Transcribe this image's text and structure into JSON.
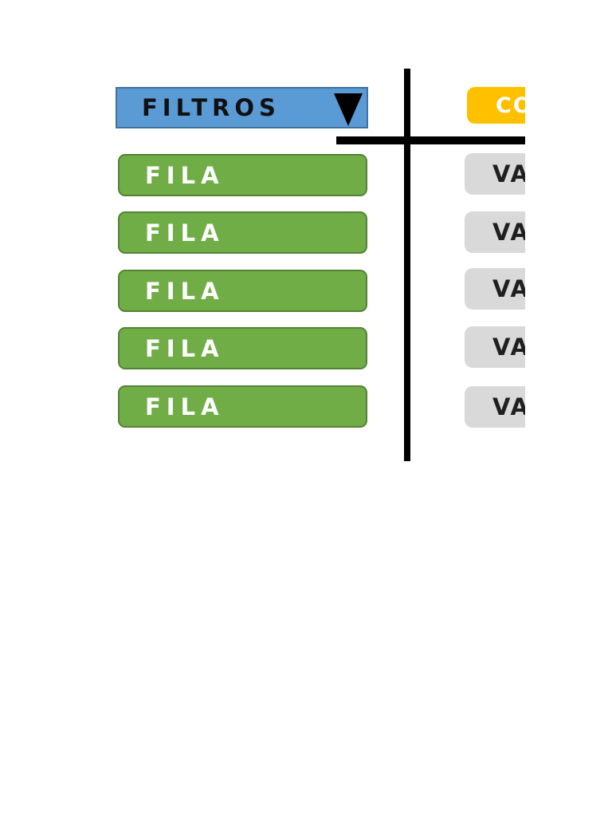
{
  "diagram": {
    "filters": {
      "label": "FILTROS",
      "icon": "dropdown-triangle-icon"
    },
    "columns": {
      "label": "CO"
    },
    "rows": [
      {
        "label": "FILA"
      },
      {
        "label": "FILA"
      },
      {
        "label": "FILA"
      },
      {
        "label": "FILA"
      },
      {
        "label": "FILA"
      }
    ],
    "values": [
      {
        "label": "VA"
      },
      {
        "label": "VA"
      },
      {
        "label": "VA"
      },
      {
        "label": "VA"
      },
      {
        "label": "VA"
      }
    ]
  },
  "colors": {
    "background": "#FFFFFF",
    "divider_line": "#000000",
    "filters_fill": "#5B9BD5",
    "filters_border": "#41719C",
    "filters_text": "#111111",
    "rows_fill": "#70AD47",
    "rows_border": "#548235",
    "rows_text": "#FFFFFF",
    "columns_fill": "#FFC000",
    "columns_text": "#FFFFFF",
    "values_fill": "#D9D9D9",
    "values_text": "#1F1F1F",
    "triangle_icon": "#000000"
  }
}
